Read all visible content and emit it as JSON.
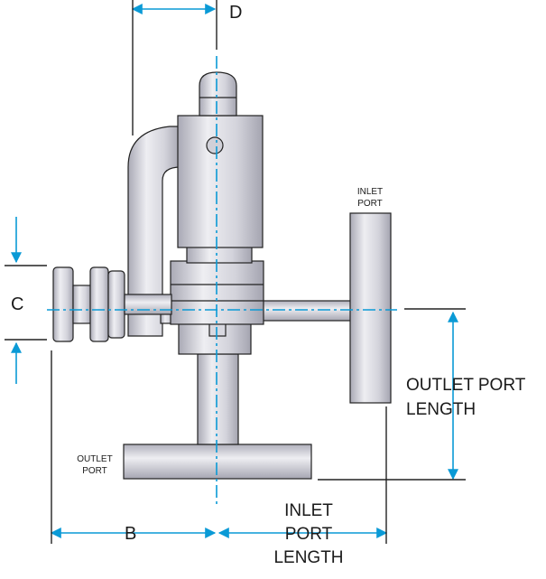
{
  "diagram": {
    "labels": {
      "d": "D",
      "c": "C",
      "b": "B",
      "inlet_port_line1": "INLET",
      "inlet_port_line2": "PORT",
      "outlet_port_line1": "OUTLET",
      "outlet_port_line2": "PORT",
      "outlet_port_length_line1": "OUTLET PORT",
      "outlet_port_length_line2": "LENGTH",
      "inlet_port_length_line1": "INLET",
      "inlet_port_length_line2": "PORT",
      "inlet_port_length_line3": "LENGTH"
    },
    "colors": {
      "dimension": "#0a9ad6",
      "outline": "#222222",
      "metal_light": "#eaeaef",
      "metal_mid": "#c9c9d2",
      "metal_dark": "#a8a8b4"
    }
  }
}
